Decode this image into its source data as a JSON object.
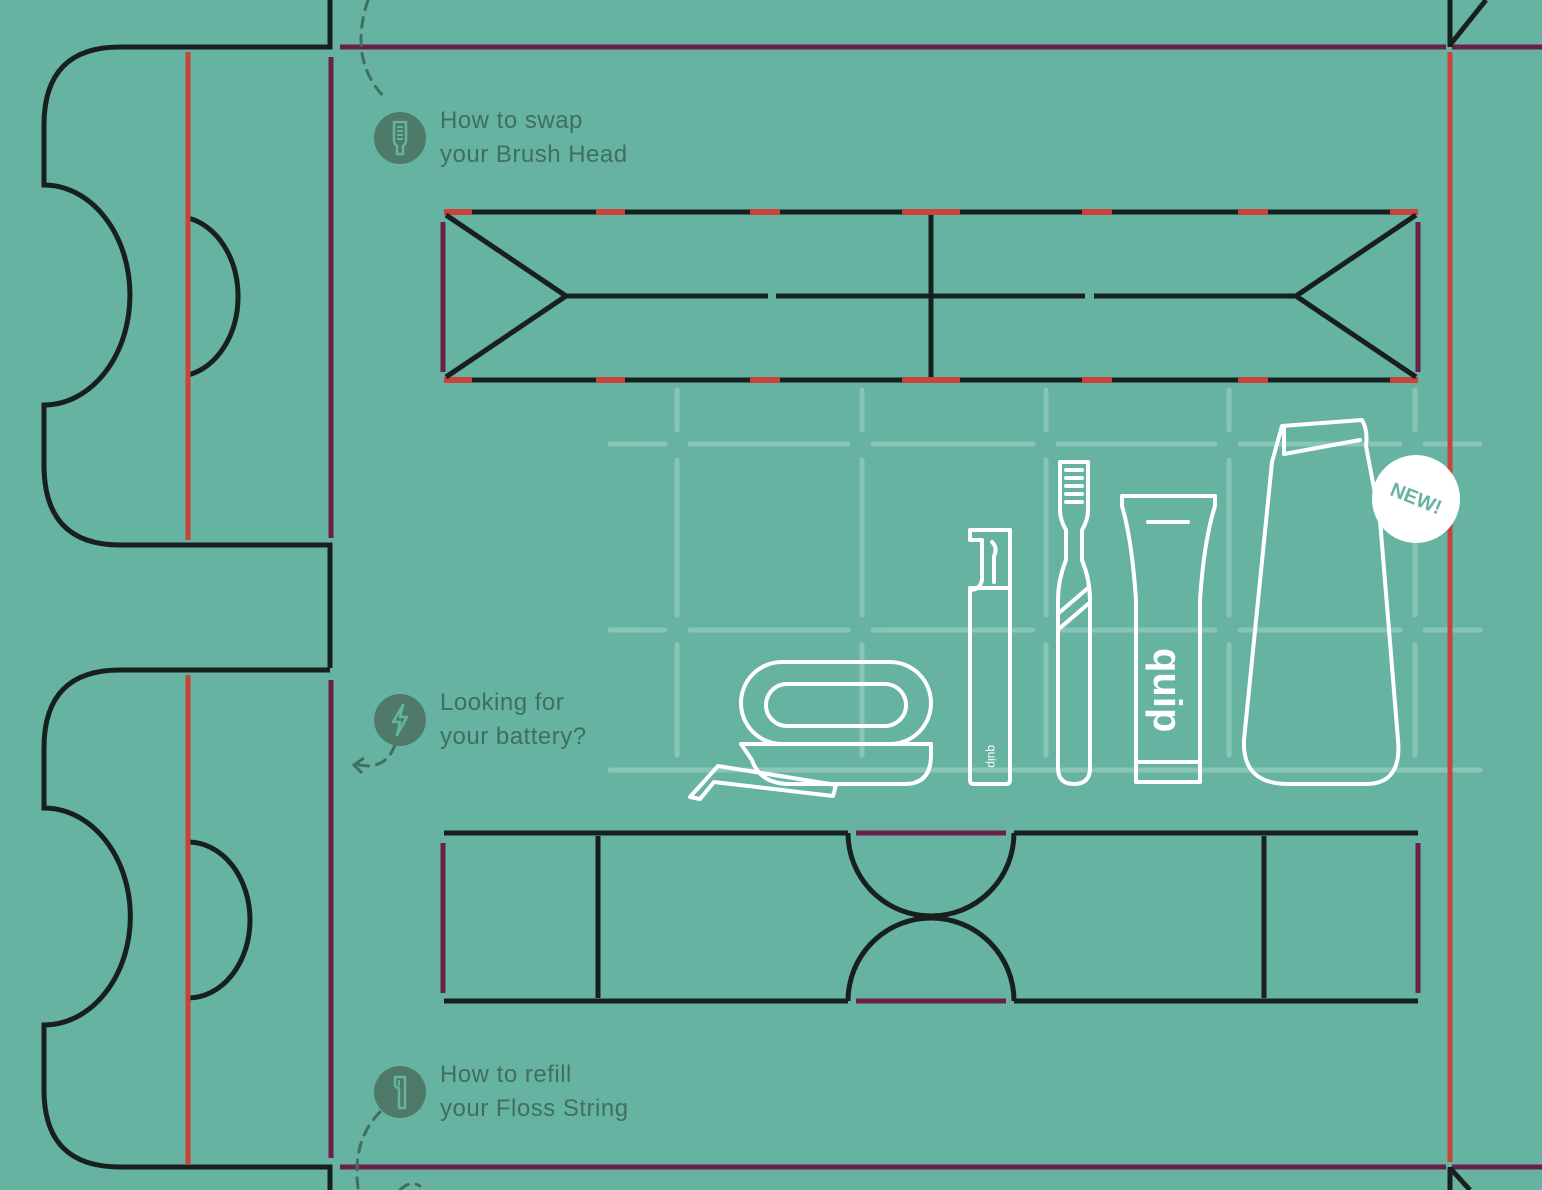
{
  "colors": {
    "background": "#66b3a2",
    "cut_line": "#17201d",
    "fold_red": "#c8443a",
    "fold_purple": "#6b1f4a",
    "tile_line": "#8fc9bb",
    "badge": "#4f7a6a",
    "text": "#3f6f61",
    "product_outline": "#ffffff"
  },
  "tips": [
    {
      "icon": "toothbrush-head-icon",
      "line1": "How to swap",
      "line2": "your Brush Head"
    },
    {
      "icon": "lightning-bolt-icon",
      "line1": "Looking for",
      "line2": "your battery?"
    },
    {
      "icon": "floss-pick-icon",
      "line1": "How to refill",
      "line2": "your Floss String"
    }
  ],
  "products": {
    "brand_text": "quip",
    "new_badge": "NEW!",
    "items": [
      "travel-case-icon",
      "floss-pick-product-icon",
      "toothbrush-product-icon",
      "toothpaste-tube-icon",
      "mouthwash-bottle-icon"
    ]
  }
}
